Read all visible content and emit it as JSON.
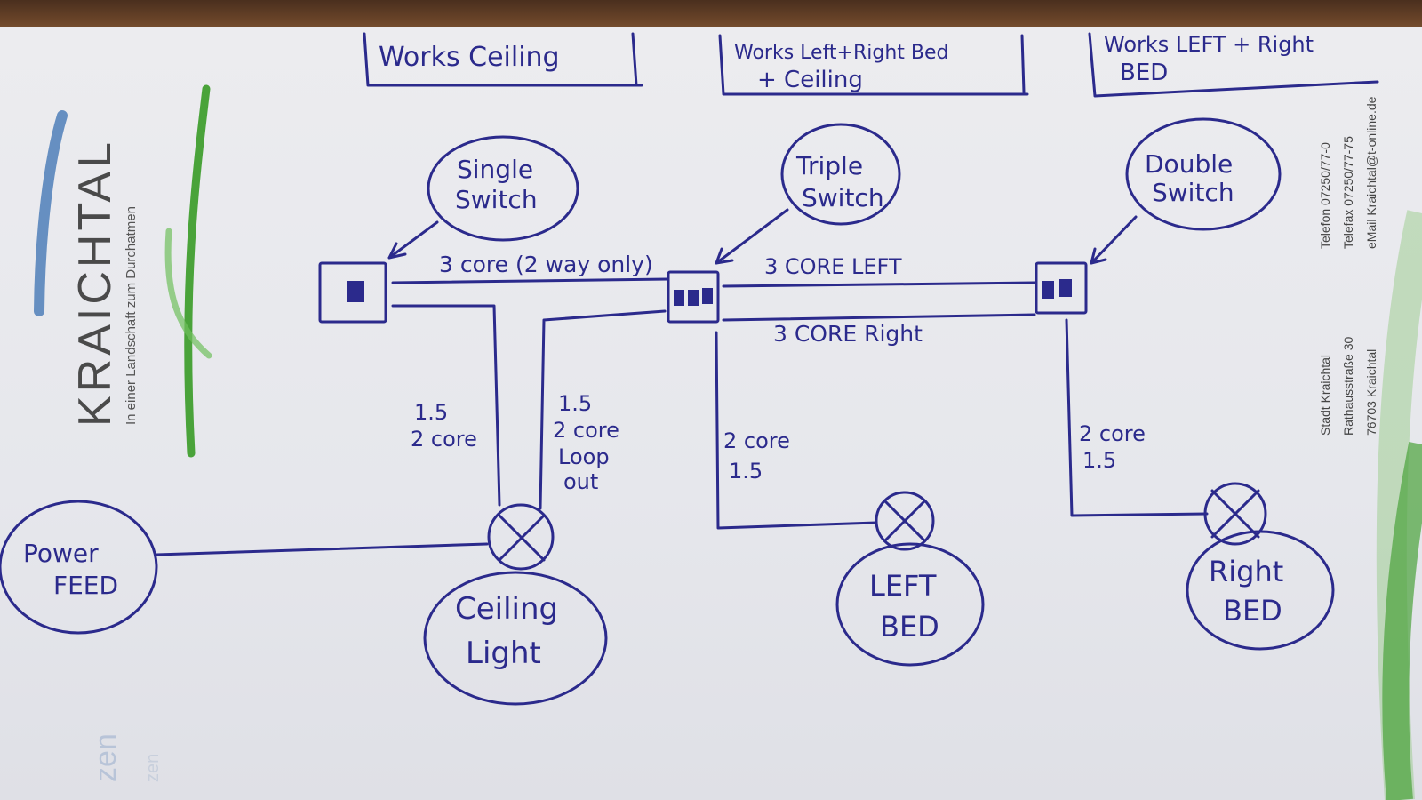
{
  "letterhead": {
    "logo_text": "KRAICHTAL",
    "tagline": "In einer Landschaft zum Durchatmen",
    "contact_line1": "Telefon 07250/77-0",
    "contact_line2": "Telefax 07250/77-75",
    "contact_line3": "eMail Kraichtal@t-online.de",
    "address_line1": "Stadt Kraichtal",
    "address_line2": "Rathausstraße 30",
    "address_line3": "76703 Kraichtal",
    "fragment_large": "zen",
    "fragment_small": "zen"
  },
  "headers": {
    "left": "Works Ceiling",
    "middle_line1": "Works Left+Right Bed",
    "middle_line2": "+ Ceiling",
    "right_line1": "Works LEFT + Right",
    "right_line2": "BED"
  },
  "nodes": {
    "single_switch": [
      "Single",
      "Switch"
    ],
    "triple_switch": [
      "Triple",
      "Switch"
    ],
    "double_switch": [
      "Double",
      "Switch"
    ],
    "power_feed": [
      "Power",
      "FEED"
    ],
    "ceiling_light": [
      "Ceiling",
      "Light"
    ],
    "left_bed": [
      "LEFT",
      "BED"
    ],
    "right_bed": [
      "Right",
      "BED"
    ]
  },
  "wires": {
    "single_to_triple": "3 core (2 way only)",
    "triple_to_double_left": "3 CORE LEFT",
    "triple_to_double_right": "3 CORE Right",
    "single_to_ceiling": [
      "1.5",
      "2 core"
    ],
    "ceiling_loop": [
      "1.5",
      "2 core",
      "Loop",
      "out"
    ],
    "triple_to_left_bed": [
      "2 core",
      "1.5"
    ],
    "double_to_right_bed": [
      "2 core",
      "1.5"
    ]
  },
  "colors": {
    "ink": "#2b2a8c",
    "paper": "#e8e9ee",
    "logo_green": "#4aa33a",
    "logo_blue": "#4f7fb8",
    "logo_text": "#4a4a4a"
  }
}
